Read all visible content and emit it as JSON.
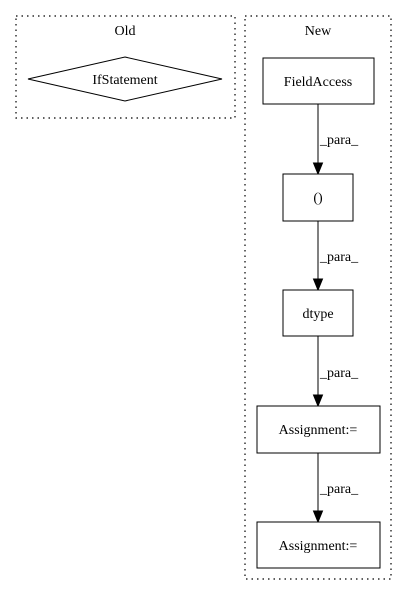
{
  "clusters": {
    "old": {
      "title": "Old"
    },
    "new": {
      "title": "New"
    }
  },
  "nodes": {
    "if_statement": "IfStatement",
    "field_access": "FieldAccess",
    "paren": "()",
    "dtype": "dtype",
    "assignment_1": "Assignment:=",
    "assignment_2": "Assignment:="
  },
  "edges": [
    {
      "from": "FieldAccess",
      "to": "()",
      "label": "_para_"
    },
    {
      "from": "()",
      "to": "dtype",
      "label": "_para_"
    },
    {
      "from": "dtype",
      "to": "Assignment:=",
      "label": "_para_"
    },
    {
      "from": "Assignment:=",
      "to": "Assignment:=",
      "label": "_para_"
    }
  ]
}
